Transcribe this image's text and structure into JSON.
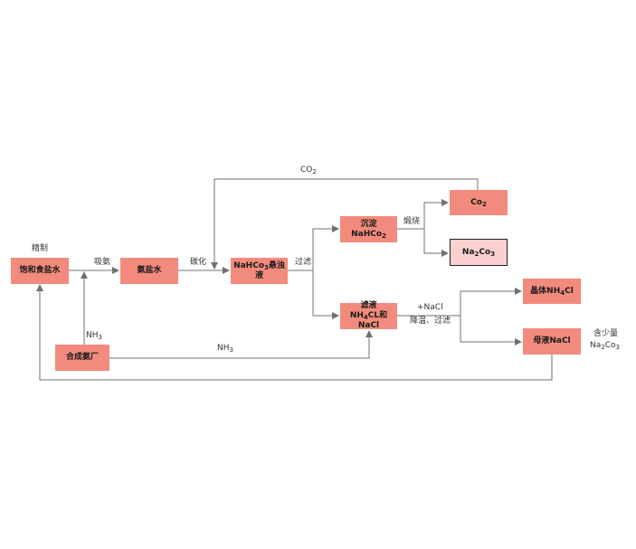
{
  "nodes": {
    "saturated_brine": "饱和食盐水",
    "ammonia_brine": "氨盐水",
    "suspension": {
      "pre": "NaHCo",
      "sub": "3",
      "post": "悬浊液"
    },
    "precipitate": {
      "line1": "沉淀",
      "line2_pre": "NaHCo",
      "line2_sub": "2"
    },
    "co2_product": {
      "pre": "Co",
      "sub": "2"
    },
    "na2co3_product": {
      "pre": "Na",
      "sub1": "2",
      "mid": "Co",
      "sub2": "3"
    },
    "filtrate": {
      "line1": "滤液",
      "line2_pre": "NH",
      "line2_sub": "4",
      "line2_post": "CL和NaCl"
    },
    "crystal_nh4cl": {
      "pre": "晶体NH",
      "sub": "4",
      "post": "Cl"
    },
    "mother_liquor": "母液NaCl",
    "ammonia_plant": "合成氨厂"
  },
  "labels": {
    "refine": "精制",
    "absorb_ammonia": "吸氨",
    "carbonation": "碳化",
    "filter": "过滤",
    "calcine": "煅烧",
    "add_nacl": "+NaCl",
    "cool_filter": "降温、过滤",
    "co2_recycle": {
      "pre": "CO",
      "sub": "2"
    },
    "nh3_up": {
      "pre": "NH",
      "sub": "3"
    },
    "nh3_right": {
      "pre": "NH",
      "sub": "3"
    },
    "contains_small": "含少量",
    "contains_na2co3": {
      "pre": "Na",
      "sub1": "2",
      "mid": "Co",
      "sub2": "3"
    }
  },
  "colors": {
    "node_fill": "#f28b7d",
    "highlight_fill": "#fdd0d0",
    "arrow": "#707070"
  }
}
